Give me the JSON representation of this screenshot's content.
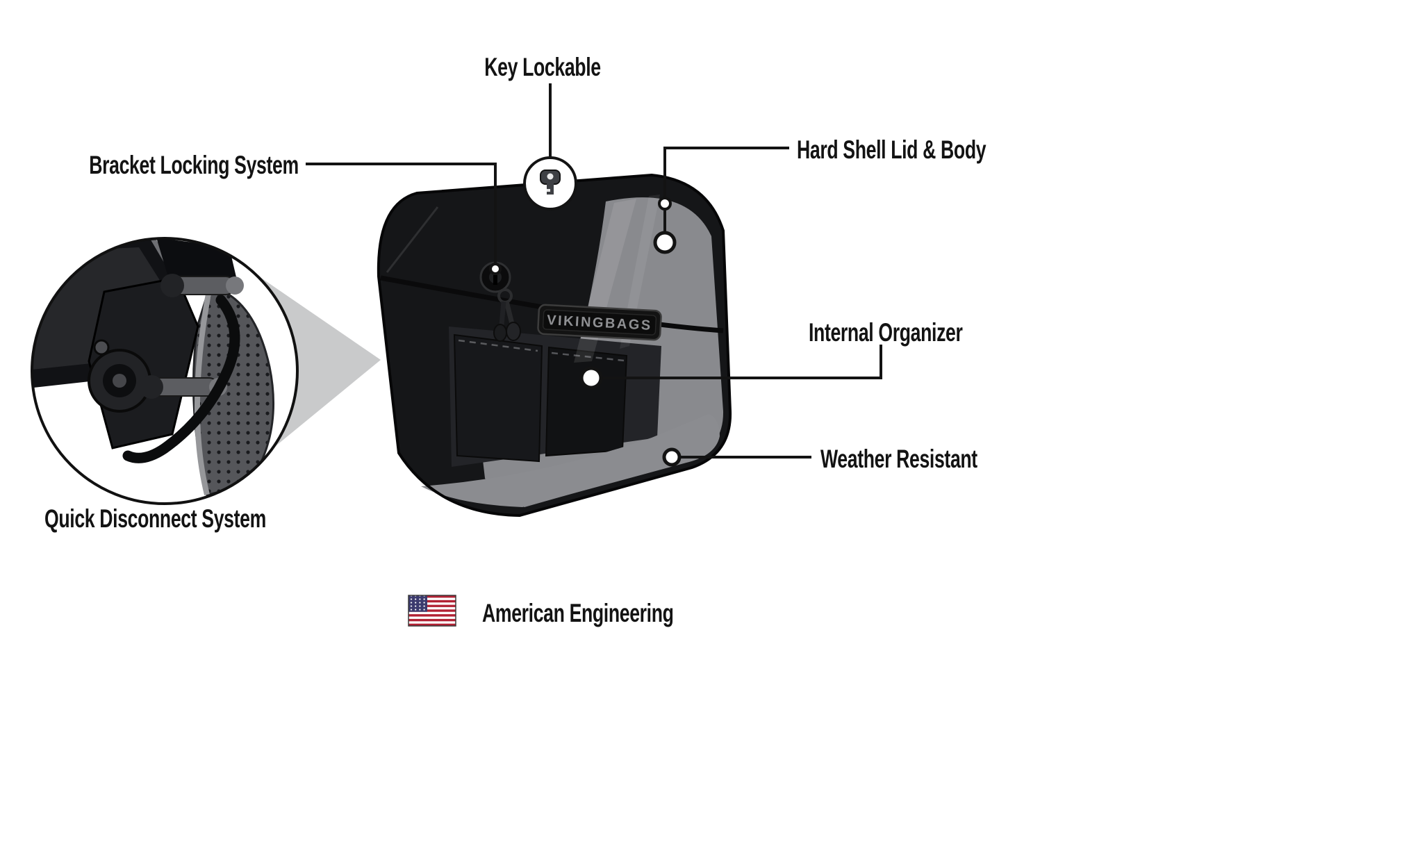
{
  "callouts": {
    "key_lockable": "Key Lockable",
    "bracket_locking": "Bracket Locking System",
    "hard_shell": "Hard Shell Lid & Body",
    "internal_organizer": "Internal Organizer",
    "weather_resistant": "Weather Resistant",
    "quick_disconnect": "Quick Disconnect System"
  },
  "product": {
    "brand_plate": "VIKINGBAGS"
  },
  "footer": {
    "tagline": "American Engineering",
    "flag_icon": "us-flag"
  },
  "colors": {
    "background": "#ffffff",
    "text": "#131313",
    "callout_line": "#131313",
    "bag_body": "#151618",
    "bag_glass": "#949599",
    "zoom_beam": "#c9cacb",
    "flag_red": "#B22234",
    "flag_blue": "#3C3B6E"
  }
}
